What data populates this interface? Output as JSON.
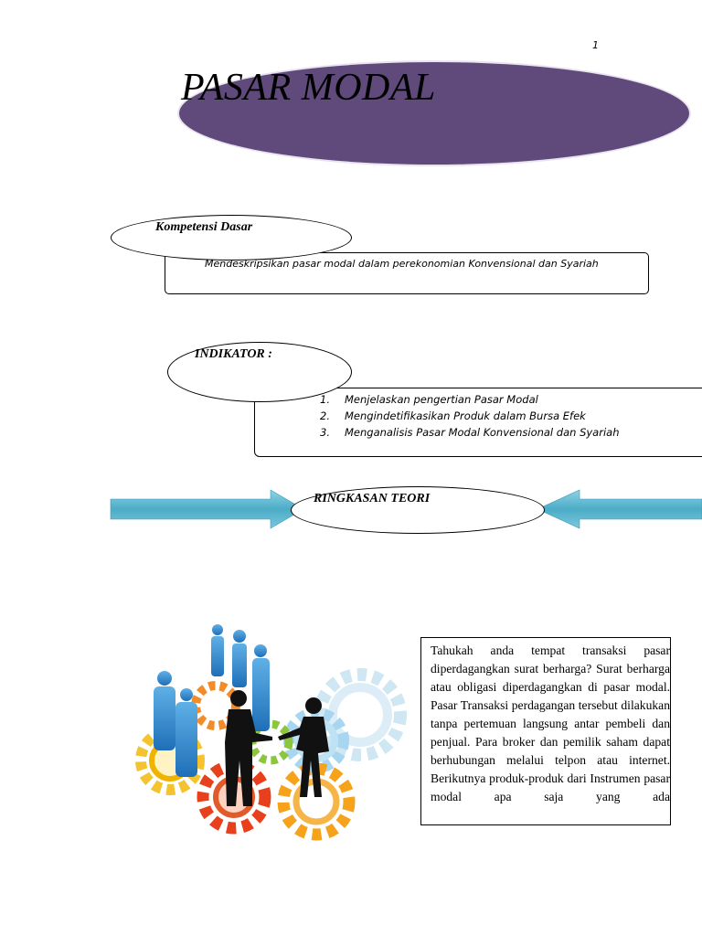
{
  "page_number": "1",
  "title": "PASAR MODAL",
  "kompetensi": {
    "label": "Kompetensi Dasar",
    "text": "Mendeskripsikan pasar modal dalam perekonomian Konvensional dan Syariah"
  },
  "indikator": {
    "label": "INDIKATOR :",
    "items": [
      {
        "num": "1.",
        "text": "Menjelaskan pengertian Pasar Modal"
      },
      {
        "num": "2.",
        "text": "Mengindetifikasikan Produk dalam Bursa Efek"
      },
      {
        "num": "3.",
        "text": "Menganalisis Pasar Modal Konvensional dan Syariah"
      }
    ]
  },
  "ringkasan": {
    "label": "RINGKASAN TEORI"
  },
  "body_text": "Tahukah anda tempat transaksi pasar diperdagangkan surat berharga? Surat berharga atau obligasi diperdagangkan di pasar modal. Pasar Transaksi perdagangan tersebut dilakukan tanpa pertemuan langsung antar pembeli dan penjual. Para broker dan pemilik saham dapat berhubungan melalui telpon atau internet. Berikutnya produk-produk dari Instrumen pasar modal apa saja yang ada",
  "colors": {
    "title_ellipse": "#604a7b",
    "arrow": "#4bacc6"
  },
  "icons": {
    "illustration": "business-people-gears-illustration",
    "arrows": "block-arrow-right, block-arrow-left"
  }
}
